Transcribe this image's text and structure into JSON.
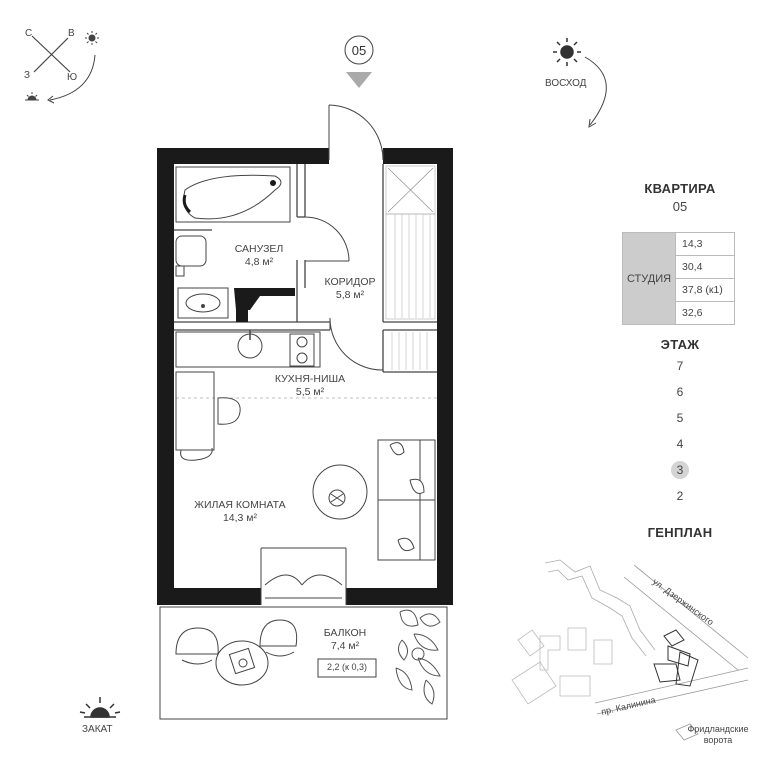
{
  "compass": {
    "north": "С",
    "east": "В",
    "west": "З",
    "south": "Ю"
  },
  "sun": {
    "sunrise_label": "ВОСХОД",
    "sunset_label": "ЗАКАТ"
  },
  "entrance_number": "05",
  "rooms": {
    "bathroom": {
      "name": "САНУЗЕЛ",
      "area": "4,8 м²"
    },
    "corridor": {
      "name": "КОРИДОР",
      "area": "5,8 м²"
    },
    "kitchen": {
      "name": "КУХНЯ-НИША",
      "area": "5,5 м²"
    },
    "living": {
      "name": "ЖИЛАЯ КОМНАТА",
      "area": "14,3 м²"
    },
    "balcony": {
      "name": "БАЛКОН",
      "area": "7,4 м²",
      "coef": "2,2 (к 0,3)"
    }
  },
  "apartment": {
    "title": "КВАРТИРА",
    "number": "05",
    "type": "СТУДИЯ",
    "values": [
      "14,3",
      "30,4",
      "37,8 (к1)",
      "32,6"
    ]
  },
  "floors": {
    "title": "ЭТАЖ",
    "items": [
      "7",
      "6",
      "5",
      "4",
      "3",
      "2"
    ],
    "active": "3"
  },
  "site_plan": {
    "title": "ГЕНПЛАН",
    "street1": "ул. Дзержинского",
    "street2": "пр. Калинина",
    "landmark": "Фридландские ворота"
  }
}
